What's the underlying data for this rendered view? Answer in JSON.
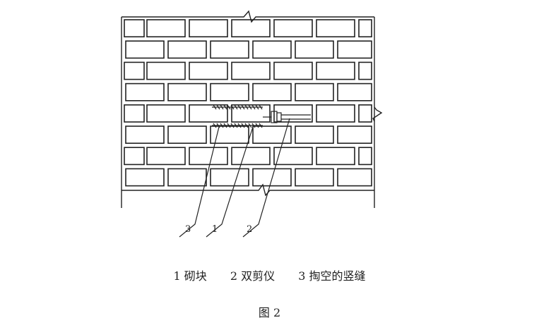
{
  "legend": {
    "item1": "1 砌块",
    "item2": "2 双剪仪",
    "item3": "3 掏空的竖缝"
  },
  "callouts": {
    "c3": "3",
    "c1": "1",
    "c2": "2"
  },
  "caption": "图 2"
}
